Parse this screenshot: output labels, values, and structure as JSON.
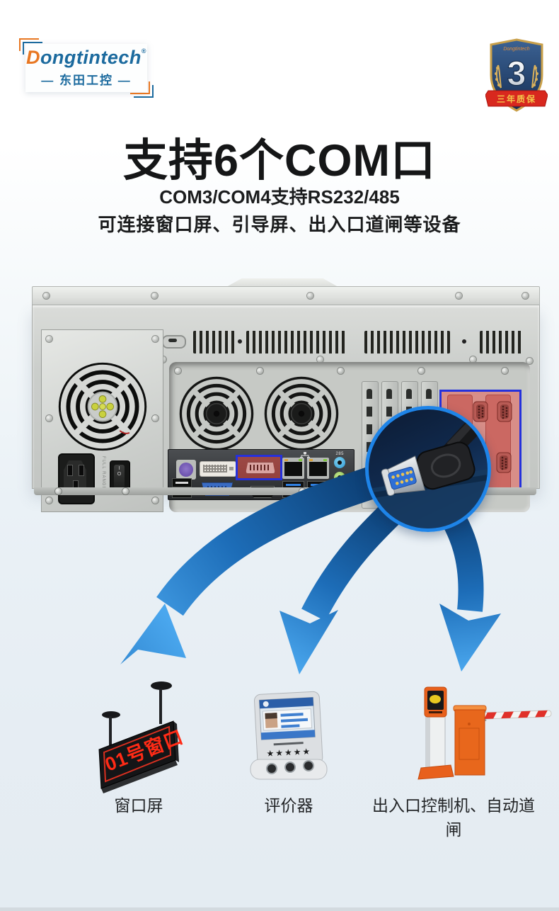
{
  "brand": {
    "logo_d": "D",
    "logo_rest": "ongtintech",
    "logo_reg": "®",
    "logo_subtext": "— 东田工控 —"
  },
  "badge": {
    "brand_small": "Dongtintech",
    "number": "3",
    "ribbon_text": "三年质保"
  },
  "headline": {
    "title": "支持6个COM口",
    "subtitle1": "COM3/COM4支持RS232/485",
    "subtitle2": "可连接窗口屏、引导屏、出入口道闸等设备"
  },
  "chassis": {
    "psu_label": "FULL RANGE",
    "io_silkscreen": "285",
    "rocker_on": "I",
    "rocker_off": "O"
  },
  "led_sign": {
    "text": "01号窗口"
  },
  "kiosk": {
    "stars": "★★★★★"
  },
  "device_labels": [
    "窗口屏",
    "评价器",
    "出入口控制机、自动道闸"
  ],
  "colors": {
    "accent_highlight_blue": "#2531dc",
    "arrow_blue": "#3f9ce8",
    "callout_ring_blue": "#1e84e8",
    "com_card_red": "#e06a62",
    "led_red": "#ff2b16",
    "brand_orange": "#e87722",
    "brand_blue": "#1b6a9e"
  }
}
